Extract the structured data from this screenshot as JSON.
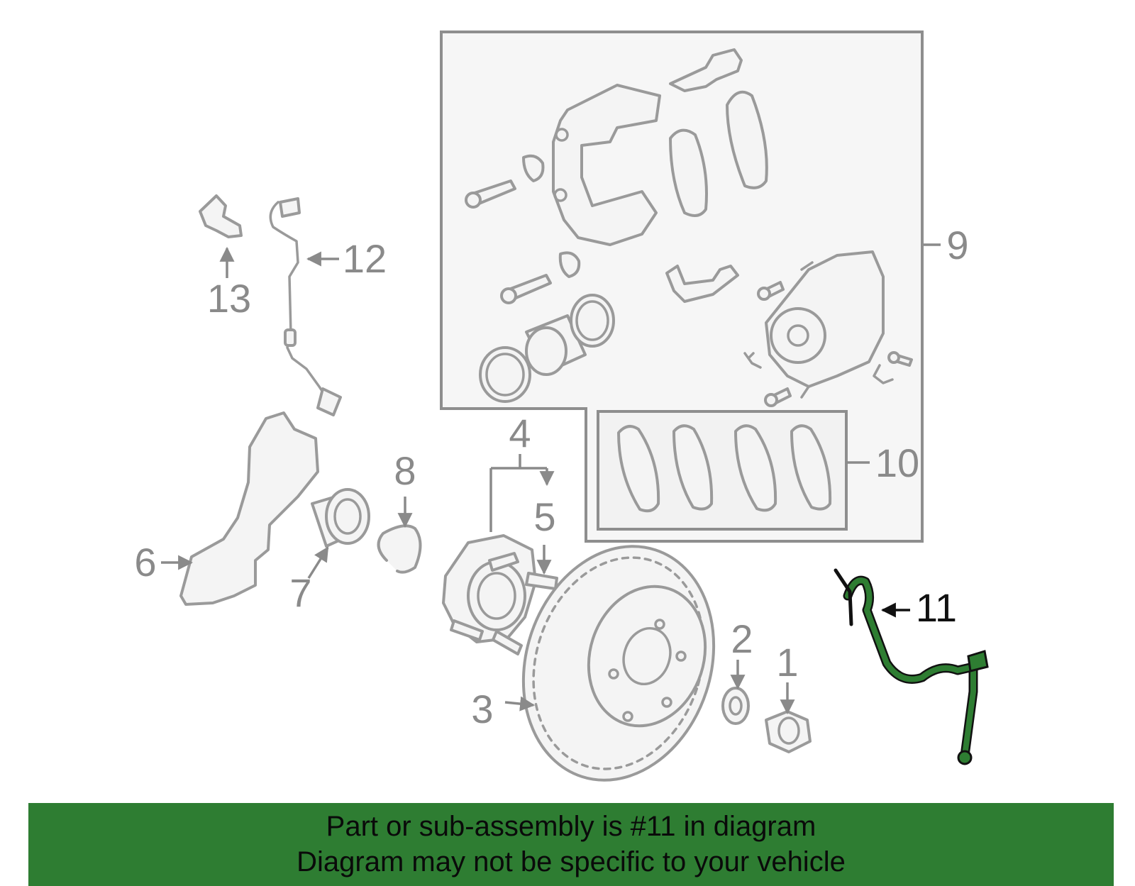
{
  "diagram": {
    "labels": [
      "1",
      "2",
      "3",
      "4",
      "5",
      "6",
      "7",
      "8",
      "9",
      "10",
      "11",
      "12",
      "13"
    ],
    "highlighted_label": "11",
    "highlight_color": "#2e7d32",
    "part_color": "#9a9a9a"
  },
  "banner": {
    "line1": "Part or sub-assembly is #11 in diagram",
    "line2": "Diagram may not be specific to your vehicle",
    "background": "#2e7d32"
  }
}
